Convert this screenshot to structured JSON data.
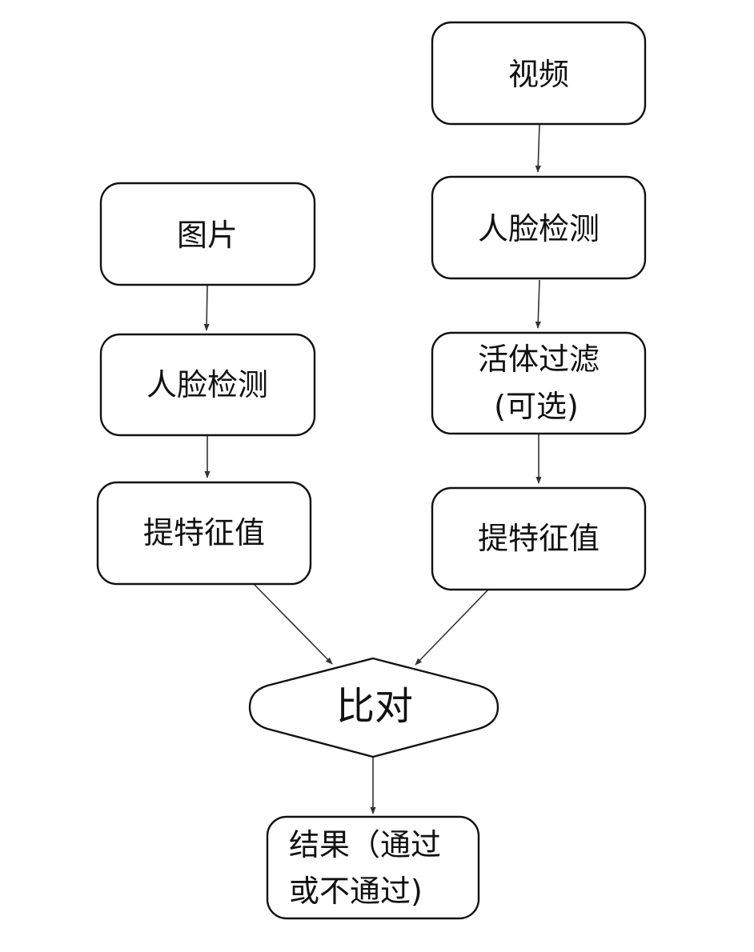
{
  "nodes": {
    "video": "视频",
    "right_face_detect": "人脸检测",
    "liveness_line1": "活体过滤",
    "liveness_line2": "(可选)",
    "right_extract": "提特征值",
    "image": "图片",
    "left_face_detect": "人脸检测",
    "left_extract": "提特征值",
    "compare": "比对",
    "result_line1": "结果（通过",
    "result_line2": "或不通过)"
  },
  "colors": {
    "stroke": "#111111",
    "edge": "#333333",
    "background": "#ffffff"
  }
}
